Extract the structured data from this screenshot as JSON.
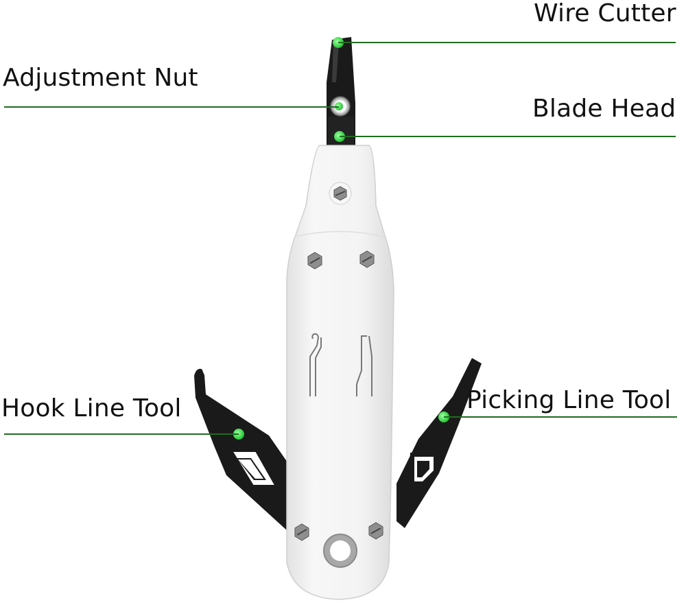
{
  "labels": {
    "wire_cutter": "Wire Cutter",
    "adjustment_nut": "Adjustment Nut",
    "blade_head": "Blade Head",
    "hook_line_tool": "Hook Line Tool",
    "picking_line_tool": "Picking Line Tool"
  },
  "colors": {
    "leader_line": "#1f6b1f",
    "marker_dot": "#3de04a",
    "handle_body": "#f1f1f1",
    "blade_metal": "#1a1a1a",
    "label_text": "#111111"
  },
  "icons": {
    "handle_engravings": [
      "hook-glyph-icon",
      "pick-glyph-icon"
    ],
    "fasteners": "hex-screw-icon"
  }
}
